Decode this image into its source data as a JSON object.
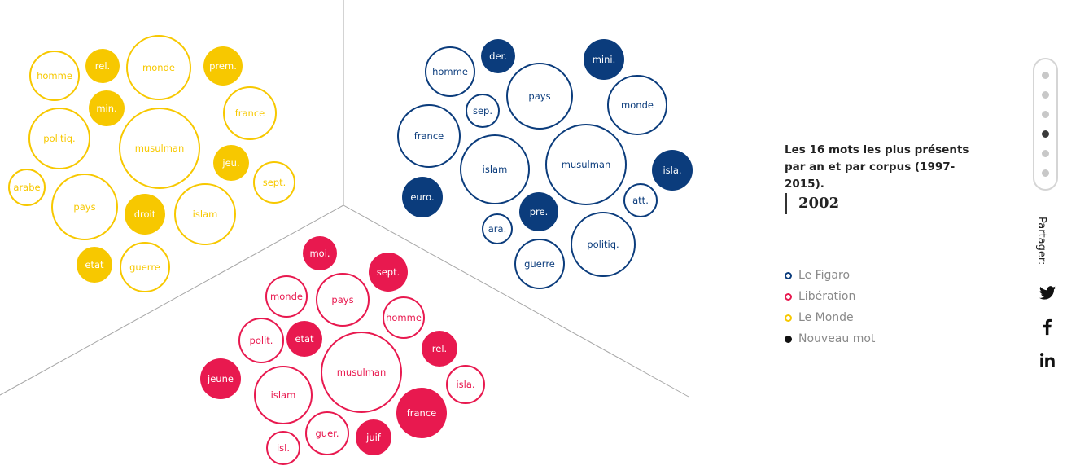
{
  "chart_data": {
    "type": "bubble",
    "colors": {
      "figaro": "#0b3c7c",
      "liberation": "#e8194f",
      "monde": "#f7c800"
    },
    "groups": [
      {
        "corpus": "monde",
        "bubbles": [
          {
            "word": "homme",
            "size": 31,
            "new": false
          },
          {
            "word": "rel.",
            "size": 21,
            "new": true
          },
          {
            "word": "monde",
            "size": 40,
            "new": false
          },
          {
            "word": "prem.",
            "size": 24,
            "new": true
          },
          {
            "word": "min.",
            "size": 22,
            "new": true
          },
          {
            "word": "france",
            "size": 33,
            "new": false
          },
          {
            "word": "politiq.",
            "size": 38,
            "new": false
          },
          {
            "word": "musulman",
            "size": 50,
            "new": false
          },
          {
            "word": "jeu.",
            "size": 22,
            "new": true
          },
          {
            "word": "arabe",
            "size": 23,
            "new": false
          },
          {
            "word": "sept.",
            "size": 26,
            "new": false
          },
          {
            "word": "pays",
            "size": 41,
            "new": false
          },
          {
            "word": "droit",
            "size": 25,
            "new": true
          },
          {
            "word": "islam",
            "size": 38,
            "new": false
          },
          {
            "word": "etat",
            "size": 22,
            "new": true
          },
          {
            "word": "guerre",
            "size": 31,
            "new": false
          }
        ]
      },
      {
        "corpus": "figaro",
        "bubbles": [
          {
            "word": "homme",
            "size": 31,
            "new": false
          },
          {
            "word": "der.",
            "size": 21,
            "new": true
          },
          {
            "word": "mini.",
            "size": 25,
            "new": true
          },
          {
            "word": "pays",
            "size": 41,
            "new": false
          },
          {
            "word": "monde",
            "size": 37,
            "new": false
          },
          {
            "word": "sep.",
            "size": 21,
            "new": false
          },
          {
            "word": "france",
            "size": 39,
            "new": false
          },
          {
            "word": "islam",
            "size": 43,
            "new": false
          },
          {
            "word": "musulman",
            "size": 50,
            "new": false
          },
          {
            "word": "isla.",
            "size": 25,
            "new": true
          },
          {
            "word": "euro.",
            "size": 25,
            "new": true
          },
          {
            "word": "att.",
            "size": 21,
            "new": false
          },
          {
            "word": "pre.",
            "size": 24,
            "new": true
          },
          {
            "word": "ara.",
            "size": 19,
            "new": false
          },
          {
            "word": "politiq.",
            "size": 40,
            "new": false
          },
          {
            "word": "guerre",
            "size": 31,
            "new": false
          }
        ]
      },
      {
        "corpus": "liberation",
        "bubbles": [
          {
            "word": "moi.",
            "size": 21,
            "new": true
          },
          {
            "word": "sept.",
            "size": 24,
            "new": true
          },
          {
            "word": "monde",
            "size": 26,
            "new": false
          },
          {
            "word": "pays",
            "size": 33,
            "new": false
          },
          {
            "word": "homme",
            "size": 26,
            "new": false
          },
          {
            "word": "polit.",
            "size": 28,
            "new": false
          },
          {
            "word": "etat",
            "size": 22,
            "new": true
          },
          {
            "word": "rel.",
            "size": 22,
            "new": true
          },
          {
            "word": "musulman",
            "size": 50,
            "new": false
          },
          {
            "word": "jeune",
            "size": 25,
            "new": true
          },
          {
            "word": "isla.",
            "size": 24,
            "new": false
          },
          {
            "word": "islam",
            "size": 36,
            "new": false
          },
          {
            "word": "france",
            "size": 31,
            "new": true
          },
          {
            "word": "guer.",
            "size": 27,
            "new": false
          },
          {
            "word": "juif",
            "size": 22,
            "new": true
          },
          {
            "word": "isl.",
            "size": 21,
            "new": false
          }
        ]
      }
    ]
  },
  "caption": "Les 16 mots les plus présents par an et par corpus (1997-2015).",
  "year": "2002",
  "legend": [
    {
      "label": "Le Figaro",
      "color": "#0b3c7c",
      "filled": false
    },
    {
      "label": "Libération",
      "color": "#e8194f",
      "filled": false
    },
    {
      "label": "Le Monde",
      "color": "#f7c800",
      "filled": false
    },
    {
      "label": "Nouveau mot",
      "color": "#111111",
      "filled": true
    }
  ],
  "pager": {
    "count": 6,
    "active": 3
  },
  "share": {
    "label": "Partager:",
    "networks": [
      "twitter-icon",
      "facebook-icon",
      "linkedin-icon"
    ]
  }
}
